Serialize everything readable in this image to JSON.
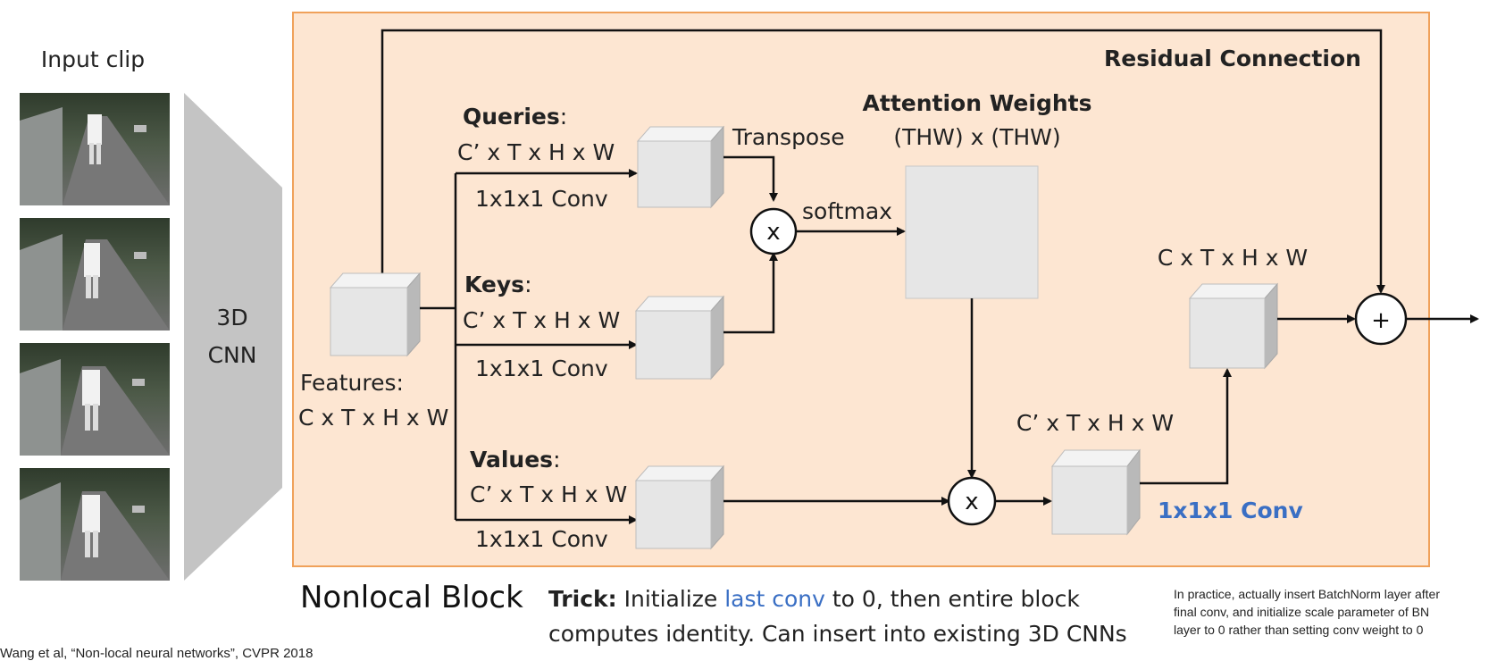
{
  "input_clip": {
    "label": "Input clip",
    "frames": [
      "frame-1",
      "frame-2",
      "frame-3",
      "frame-4"
    ]
  },
  "cnn": {
    "line1": "3D",
    "line2": "CNN"
  },
  "features": {
    "label": "Features:",
    "shape": "C x T x H x W"
  },
  "queries": {
    "label": "Queries",
    "colon": ":",
    "shape": "C’ x T x H x W",
    "conv": "1x1x1 Conv",
    "transpose": "Transpose"
  },
  "keys": {
    "label": "Keys",
    "colon": ":",
    "shape": "C’ x T x H x W",
    "conv": "1x1x1 Conv"
  },
  "values": {
    "label": "Values",
    "colon": ":",
    "shape": "C’ x T x H x W",
    "conv": "1x1x1 Conv"
  },
  "ops": {
    "multiply": "x",
    "add": "+",
    "softmax": "softmax"
  },
  "attention": {
    "title": "Attention Weights",
    "shape": "(THW) x (THW)"
  },
  "output": {
    "mid_shape": "C’ x T x H x W",
    "final_shape": "C x T x H x W",
    "conv": "1x1x1 Conv"
  },
  "residual": {
    "label": "Residual Connection"
  },
  "caption": {
    "title": "Nonlocal Block",
    "trick_label": "Trick:",
    "trick_line1_a": "Initialize ",
    "trick_line1_highlight": "last conv",
    "trick_line1_b": " to 0, then entire block",
    "trick_line2": "computes identity. Can insert into existing 3D CNNs"
  },
  "note": {
    "line1": "In practice, actually insert BatchNorm layer after",
    "line2": "final conv, and initialize scale parameter of BN",
    "line3": "layer to 0 rather than setting conv weight to 0"
  },
  "citation": "Wang et al, “Non-local neural networks”, CVPR 2018",
  "colors": {
    "block_fill": "#fde6d2",
    "block_border": "#f0a15a",
    "highlight": "#3a6fc4"
  }
}
